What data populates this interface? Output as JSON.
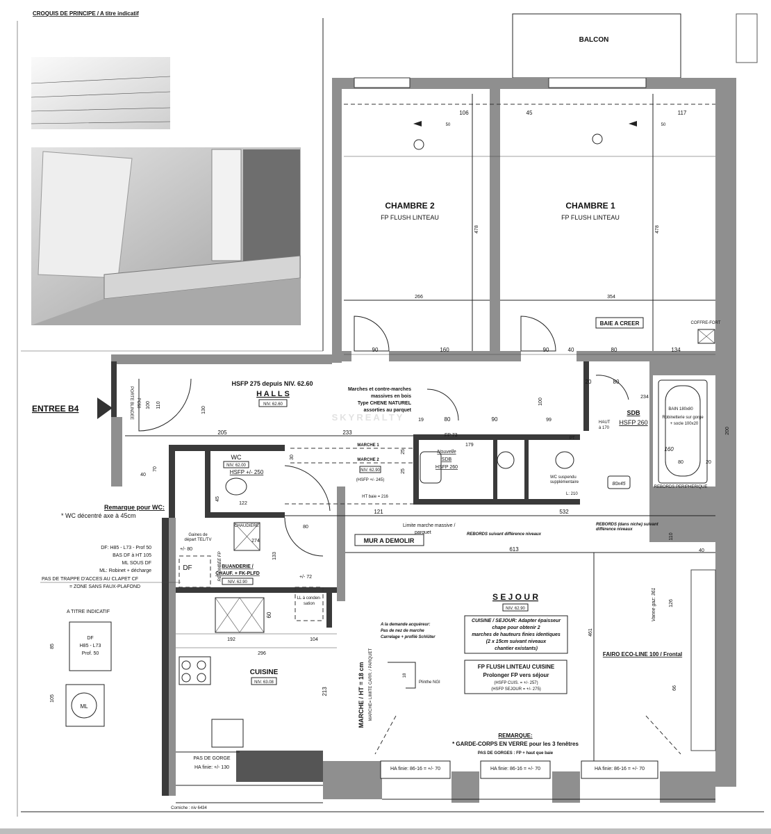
{
  "header": {
    "title": "CROQUIS DE PRINCIPE / A titre indicatif"
  },
  "balcony": "BALCON",
  "entrance": "ENTREE B4",
  "watermark": "SKYREALTY",
  "rooms": {
    "chambre2": {
      "name": "CHAMBRE 2",
      "note": "FP FLUSH LINTEAU"
    },
    "chambre1": {
      "name": "CHAMBRE 1",
      "note": "FP FLUSH LINTEAU"
    },
    "halls": {
      "hsfp": "HSFP 275 depuis NIV. 62.60",
      "name": "H A L L S",
      "niv": "NIV. 62.60"
    },
    "wc": {
      "name": "WC",
      "niv": "NIV. 62.00",
      "hsfp": "HSFP +/- 250"
    },
    "nouvelle_sdb": {
      "l1": "Nouvelle",
      "l2": "SDB",
      "l3": "HSFP 260"
    },
    "sdb": {
      "name": "SDB",
      "hsfp": "HSFP 260",
      "bain": "BAIN 180x80",
      "robinet1": "Robinetterie sur gorge",
      "robinet2": "+ socle 100x20",
      "haut1": "HAUT",
      "haut2": "à 170",
      "vasque": "80x45",
      "rebords": "REBORDS PERIPHERIQUE",
      "wc_supp1": "WC suspendu",
      "wc_supp2": "supplémentaire"
    },
    "buanderie": {
      "l1": "BUANDERIE /",
      "l2": "CHAUF. + FK-PLFD",
      "niv": "NIV. 62.90",
      "chaudiere": "CHAUDIERE",
      "retombee": "RETOMBEE FP",
      "df": "DF",
      "gaines1": "Gaines de",
      "gaines2": "départ TEL/TV",
      "ll1": "LL à conden-",
      "ll2": "sation"
    },
    "cuisine": {
      "name": "CUISINE",
      "niv": "NIV. 63.08"
    },
    "sejour": {
      "name": "S E J O U R",
      "niv": "NIV. 62.90"
    }
  },
  "notes": {
    "baie_a_creer": "BAIE A CREER",
    "coffre_fort": "COFFRE-FORT",
    "porte_blindee": "PORTE BLINDEE",
    "pc": "PC58",
    "marches": [
      "Marches et contre-marches",
      "massives en bois",
      "Type CHENE NATUREL",
      "assorties au parquet"
    ],
    "marche1": "MARCHE 1",
    "marche2": "MARCHE 2",
    "marche_niv": "NIV. 62.90",
    "marche_hsfp": "(HSFP +/- 245)",
    "ht_baie": "HT baie = 216",
    "limite1": "Limite marche massive /",
    "limite2": "parquet",
    "mur_demolir": "MUR A DEMOLIR",
    "rebords_niv": "REBORDS suivant différence niveaux",
    "rebords_niche1": "REBORDS (dans niche) suivant",
    "rebords_niche2": "différence niveaux",
    "wc_remark_title": "Remarque pour WC:",
    "wc_remark": "* WC décentré axe à 45cm",
    "df_notes": [
      "DF: H85 - L73 - Prof 50",
      "BAS DF à HT 105",
      "ML SOUS DF",
      "ML: Robinet + décharge"
    ],
    "trappe1": "PAS DE TRAPPE D'ACCES AU CLAPET CF",
    "trappe2": "= ZONE SANS FAUX-PLAFOND",
    "indicatif": "A TITRE INDICATIF",
    "df_box": [
      "DF",
      "H85 - L73",
      "Prof. 50"
    ],
    "ml": "ML",
    "demande": [
      "A la demande acquéreur:",
      "Pas de nez de marche",
      "Carrelage + profilé Schlüter"
    ],
    "marche_ht": "MARCHE / HT = 18 cm",
    "marche_limite": "MARCHE= LIMITE CARR. / PARQUET",
    "plinthe": "Plinthe NGI",
    "cuisine_sejour": [
      "CUISINE / SEJOUR: Adapter épaisseur",
      "chape pour obtenir 2",
      "marches de hauteurs finies identiques",
      "(2 x 15cm suivant niveaux",
      "chantier existants)"
    ],
    "fp_cuisine": [
      "FP FLUSH LINTEAU CUISINE",
      "Prolonger FP vers séjour",
      "(HSFP CUIS. = +/- 257)",
      "(HSFP SEJOUR = +/- 275)"
    ],
    "fairo": "FAIRO ECO-LINE 100 / Frontal",
    "vanne": "Vanne gaz: 361",
    "remarque_title": "REMARQUE:",
    "remarque": "* GARDE-CORPS EN VERRE pour les 3 fenêtres",
    "pas_gorges": "PAS DE GORGES : FP + haut que baie",
    "pas_gorge": "PAS DE GORGE",
    "ha_130": "HA finie: +/- 130",
    "ha_70": [
      "HA finie: 86-16 = +/- 70",
      "HA finie: 86-16 = +/- 70",
      "HA finie: 86-16 = +/- 70"
    ],
    "corniche": "Corniche : niv 6434",
    "fp73": "FP 73",
    "pt": "PT",
    "l210": "L: 210"
  },
  "dims": {
    "d478a": "478",
    "d478b": "478",
    "d266": "266",
    "d354": "354",
    "d90a": "90",
    "d160": "160",
    "d90b": "90",
    "d40a": "40",
    "d80a": "80",
    "d134": "134",
    "d106": "106",
    "d45": "45",
    "d117": "117",
    "d50a": "50",
    "d50b": "50",
    "d100": "100",
    "d110": "110",
    "d130": "130",
    "d205": "205",
    "d233": "233",
    "d70": "70",
    "d40b": "40",
    "d122": "122",
    "d45b": "45",
    "d30": "30",
    "d25a": "25",
    "d25b": "25",
    "d19": "19",
    "d80b": "80",
    "d90c": "90",
    "d99": "99",
    "d100b": "100",
    "d179": "179",
    "d20a": "20",
    "d80c": "80",
    "d234": "234",
    "d200": "200",
    "d160b": "160",
    "d80d": "80",
    "d20b": "20",
    "d121": "121",
    "d532": "532",
    "d613": "613",
    "d40c": "40",
    "d110b": "110",
    "d126": "126",
    "d66": "66",
    "d461": "461",
    "d274": "274",
    "d133": "133",
    "d80e": "+/- 80",
    "d80f": "80",
    "d72": "+/- 72",
    "d60": "60",
    "d192": "192",
    "d104": "104",
    "d296": "296",
    "d213": "213",
    "d18": "18",
    "d85": "85",
    "d105": "105"
  }
}
